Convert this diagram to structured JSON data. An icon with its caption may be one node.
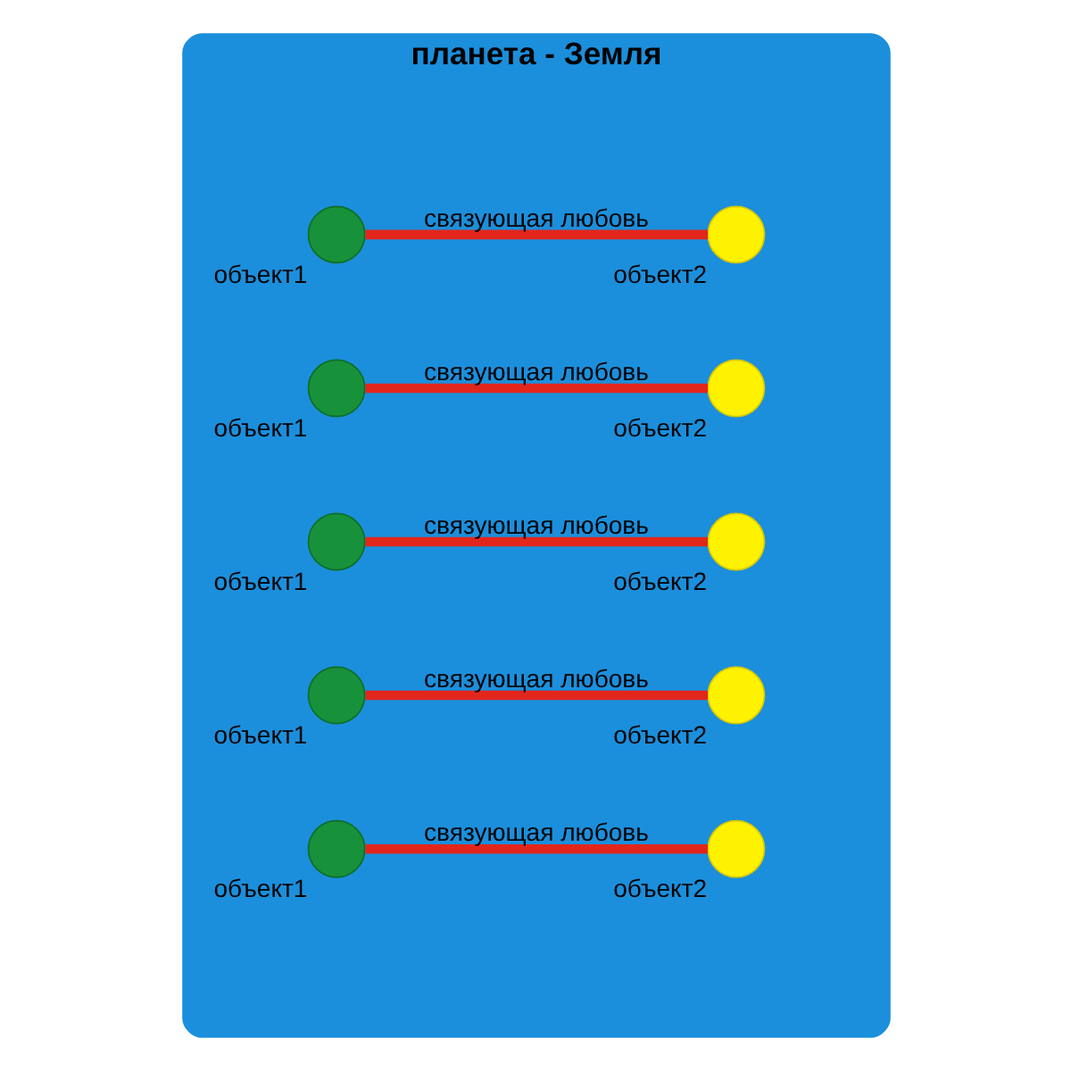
{
  "diagram": {
    "nodes": [
      {
        "text": [
          "планета - Земля"
        ]
      },
      {
        "text": [],
        "shape": "circle",
        "beside": [
          "объект2"
        ],
        "in": 0
      },
      {
        "text": [],
        "shape": "circle",
        "beside": [
          "объект1"
        ],
        "in": 0
      },
      {
        "text": [],
        "shape": "circle",
        "beside": [
          "объект2"
        ],
        "in": 0
      },
      {
        "text": [],
        "shape": "circle",
        "beside": [
          "объект1"
        ],
        "in": 0
      },
      {
        "text": [],
        "shape": "circle",
        "beside": [
          "объект1"
        ],
        "in": 0
      },
      {
        "text": [],
        "shape": "circle",
        "beside": [
          "объект1"
        ],
        "in": 0
      },
      {
        "text": [],
        "shape": "circle",
        "beside": [
          "объект2"
        ],
        "in": 0
      },
      {
        "text": [],
        "shape": "circle",
        "beside": [
          "объект2"
        ],
        "in": 0
      },
      {
        "text": [],
        "shape": "circle",
        "beside": [
          "объект1"
        ],
        "in": 0
      },
      {
        "text": [],
        "shape": "circle",
        "beside": [
          "объект2"
        ],
        "in": 0
      }
    ],
    "edges": [
      {
        "from": 2,
        "to": 7,
        "arrow": "none",
        "label": "связующая любовь"
      },
      {
        "from": 5,
        "to": 3,
        "arrow": "none",
        "label": "связующая любовь"
      },
      {
        "from": 9,
        "to": 1,
        "arrow": "none",
        "label": "связующая любовь"
      },
      {
        "from": 4,
        "to": 10,
        "arrow": "none",
        "label": "связующая любовь"
      },
      {
        "from": 6,
        "to": 8,
        "arrow": "none",
        "label": "связующая любовь"
      }
    ]
  }
}
